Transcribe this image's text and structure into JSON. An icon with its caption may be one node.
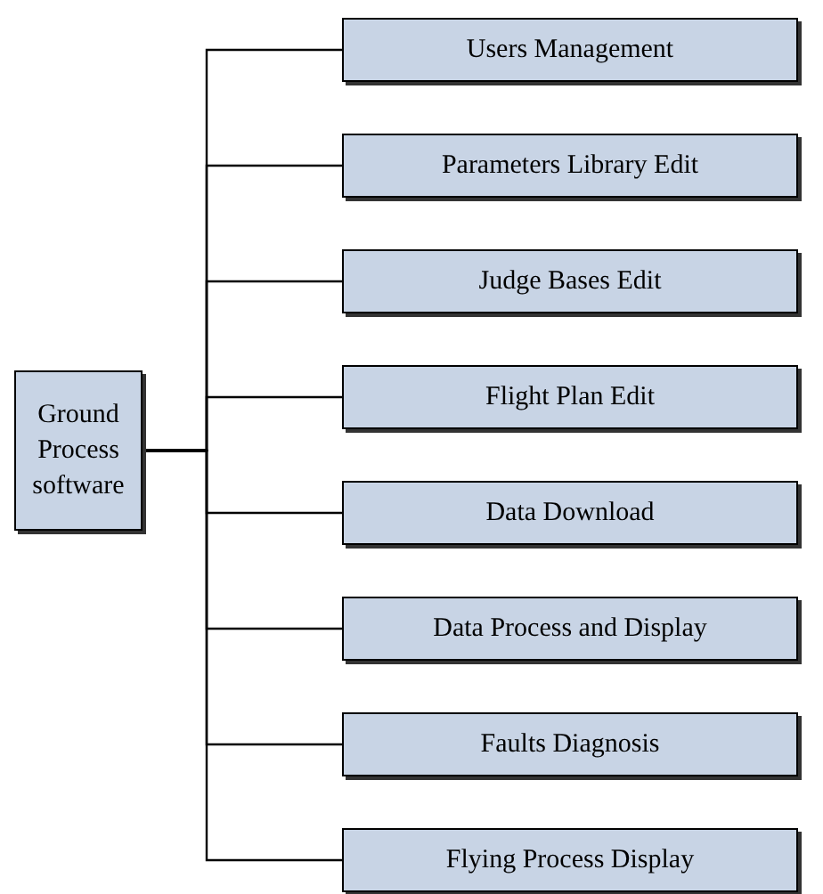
{
  "diagram": {
    "nodes": [
      {
        "text": [
          "Ground Process software"
        ]
      },
      {
        "text": [
          "Users Management"
        ]
      },
      {
        "text": [
          "Parameters Library Edit"
        ]
      },
      {
        "text": [
          "Judge Bases Edit"
        ]
      },
      {
        "text": [
          "Flight Plan Edit"
        ]
      },
      {
        "text": [
          "Data Download"
        ]
      },
      {
        "text": [
          "Data Process and Display"
        ]
      },
      {
        "text": [
          "Faults Diagnosis"
        ]
      },
      {
        "text": [
          "Flying Process Display"
        ]
      }
    ],
    "edges": [
      {
        "from": 0,
        "to": 1,
        "arrow": "none"
      },
      {
        "from": 0,
        "to": 2,
        "arrow": "none"
      },
      {
        "from": 0,
        "to": 3,
        "arrow": "none"
      },
      {
        "from": 0,
        "to": 4,
        "arrow": "none"
      },
      {
        "from": 0,
        "to": 5,
        "arrow": "none"
      },
      {
        "from": 0,
        "to": 6,
        "arrow": "none"
      },
      {
        "from": 0,
        "to": 7,
        "arrow": "none"
      },
      {
        "from": 0,
        "to": 8,
        "arrow": "none"
      }
    ]
  }
}
